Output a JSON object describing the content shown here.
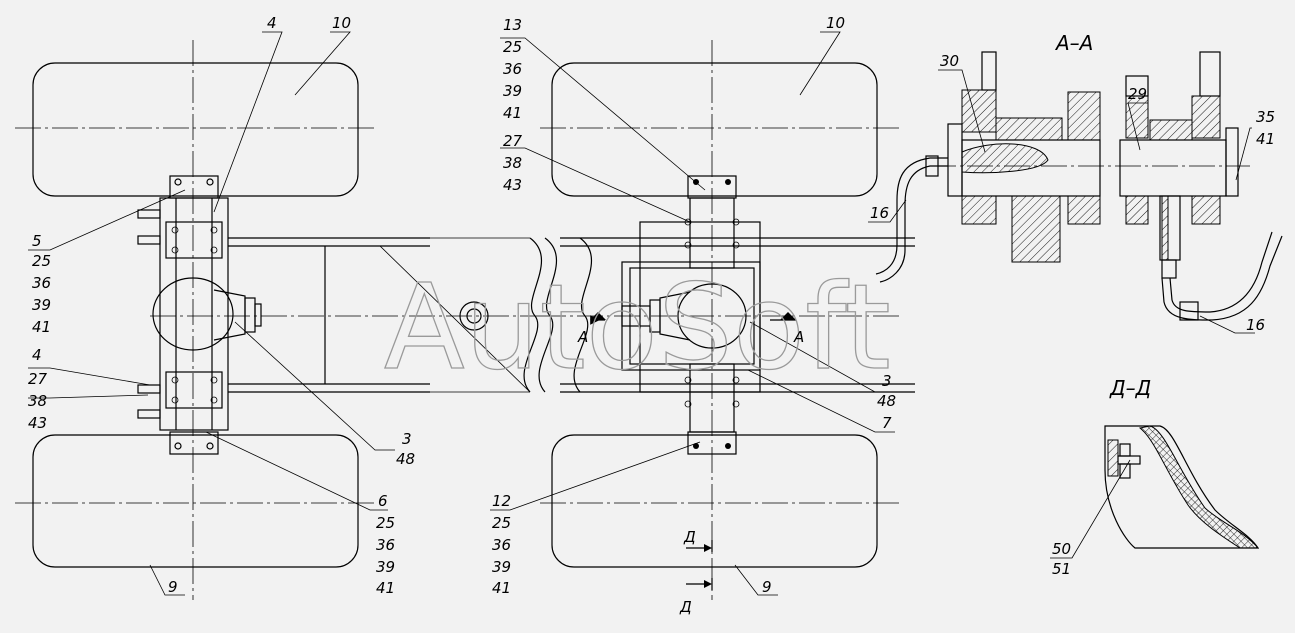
{
  "watermark": "AutoSoft",
  "section_titles": {
    "aa": "А–А",
    "dd": "Д–Д"
  },
  "cut_marks": {
    "a": "А",
    "d": "Д"
  },
  "labels": {
    "l4_top": "4",
    "l10_left": "10",
    "l5": "5",
    "l5_25": "25",
    "l5_36": "36",
    "l5_39": "39",
    "l5_41": "41",
    "l4_low": "4",
    "l27_left": "27",
    "l38_left": "38",
    "l43_left": "43",
    "l3_left": "3",
    "l48_left": "48",
    "l6": "6",
    "l6_25": "25",
    "l6_36": "36",
    "l6_39": "39",
    "l6_41": "41",
    "l9_left": "9",
    "l13": "13",
    "l13_25": "25",
    "l13_36": "36",
    "l13_39": "39",
    "l13_41": "41",
    "l27_mid": "27",
    "l38_mid": "38",
    "l43_mid": "43",
    "l10_mid": "10",
    "l12": "12",
    "l12_25": "25",
    "l12_36": "36",
    "l12_39": "39",
    "l12_41": "41",
    "l9_mid": "9",
    "l3_mid": "3",
    "l48_mid": "48",
    "l7": "7",
    "l30": "30",
    "l29": "29",
    "l35": "35",
    "l35_41": "41",
    "l16_left": "16",
    "l16_right": "16",
    "l50": "50",
    "l51": "51"
  },
  "colors": {
    "background": "#f2f2f2",
    "line": "#000000",
    "watermark": "#9a9a9a"
  }
}
